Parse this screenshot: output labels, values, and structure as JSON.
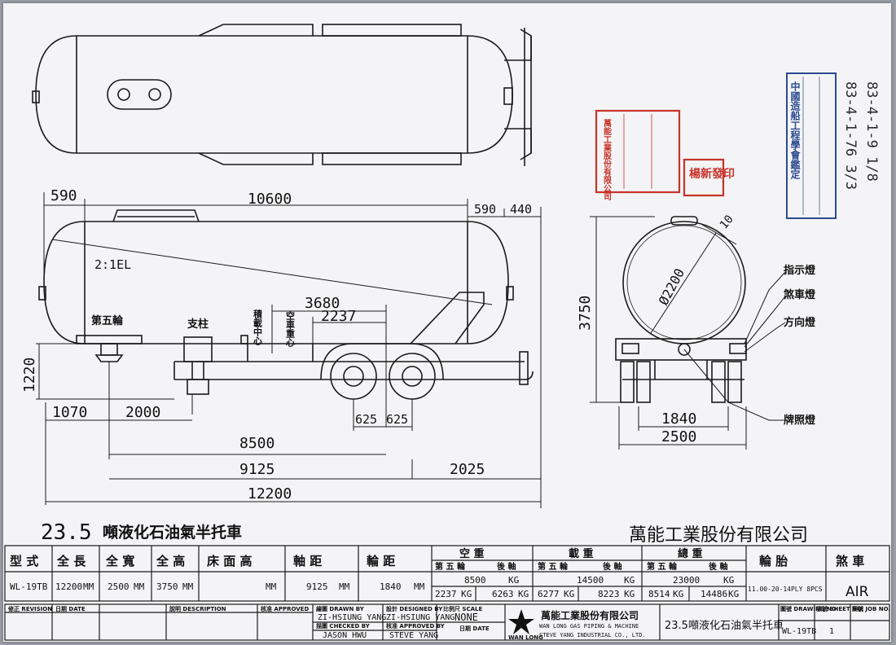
{
  "dims": {
    "d590_left": "590",
    "d10600": "10600",
    "d590_right": "590",
    "d440": "440",
    "head_ratio": "2:1EL",
    "d3680": "3680",
    "d2237": "2237",
    "d1220": "1220",
    "d1070": "1070",
    "d2000": "2000",
    "d625a": "625",
    "d625b": "625",
    "d8500": "8500",
    "d9125": "9125",
    "d2025": "2025",
    "d12200": "12200",
    "d3750": "3750",
    "d1840": "1840",
    "d2500": "2500",
    "dia2200": "Ø2200",
    "d10": "10"
  },
  "labels": {
    "fifth_wheel": "第五輪",
    "support": "支柱",
    "loaded_cg": "積載中心",
    "empty_cg": "空車重心",
    "indicator_lamp": "指示燈",
    "brake_lamp": "煞車燈",
    "turn_lamp": "方向燈",
    "plate_lamp": "牌照燈"
  },
  "stamps": {
    "red_square": "萬能工業股份有限公司",
    "red_small": "楊新發印",
    "blue_square": "中國造船工程學會鑑定",
    "note1": "83-4-1-76 3/3",
    "note2": "83-4-1-9 1/8"
  },
  "title": {
    "tonnage": "23.5",
    "name": "噸液化石油氣半托車",
    "company": "萬能工業股份有限公司"
  },
  "spec_headers": {
    "model": "型 式",
    "length": "全 長",
    "width": "全 寬",
    "height": "全 高",
    "bed_height": "床 面 高",
    "wheelbase": "軸 距",
    "track": "輪 距",
    "empty": "空 重",
    "load": "載 重",
    "total": "總 重",
    "tire": "輪 胎",
    "brake": "煞 車",
    "fifth": "第 五 輪",
    "rear": "後 軸"
  },
  "spec_values": {
    "model": "WL-19TB",
    "length": "12200",
    "width": "2500",
    "height": "3750",
    "wheelbase": "9125",
    "track": "1840",
    "unit_mm": "MM",
    "unit_kg": "KG",
    "empty_total": "8500",
    "empty_fifth": "2237",
    "empty_rear": "6263",
    "load_total": "14500",
    "load_fifth": "6277",
    "load_rear": "8223",
    "total_total": "23000",
    "total_fifth": "8514",
    "total_rear": "14486",
    "tire": "11.00-20-14PLY 8PCS",
    "brake": "AIR"
  },
  "title_block": {
    "revision": "修正 REVISION",
    "date": "日期 DATE",
    "description": "說明 DESCRIPTION",
    "approved": "核准 APPROVED",
    "drawn_by_label": "繪圖 DRAWN BY",
    "drawn_by": "ZI-HSIUNG YANG",
    "checked_by_label": "描圖 CHECKED BY",
    "checked_by": "JASON HWU",
    "designed_by_label": "設計 DESIGNED BY",
    "designed_by": "ZI-HSIUNG YANG",
    "approved_by_label": "核准 APPROVED BY",
    "approved_by": "STEVE YANG",
    "scale_label": "比例尺 SCALE",
    "scale": "NONE",
    "date_label": "日期 DATE",
    "logo_text": "WAN LONG",
    "company_cn": "萬能工業股份有限公司",
    "company_en1": "WAN LONG GAS PIPING & MACHINE",
    "company_en2": "STEVE YANG INDUSTRIAL CO., LTD.",
    "drawing_title": "23.5噸液化石油氣半托車",
    "drawing_no_label": "圖號 DRAWING NO.",
    "drawing_no": "WL-19TB",
    "sheet_no_label": "張號 SHEET NO.",
    "sheet_no": "1",
    "job_no_label": "案號 JOB NO."
  }
}
